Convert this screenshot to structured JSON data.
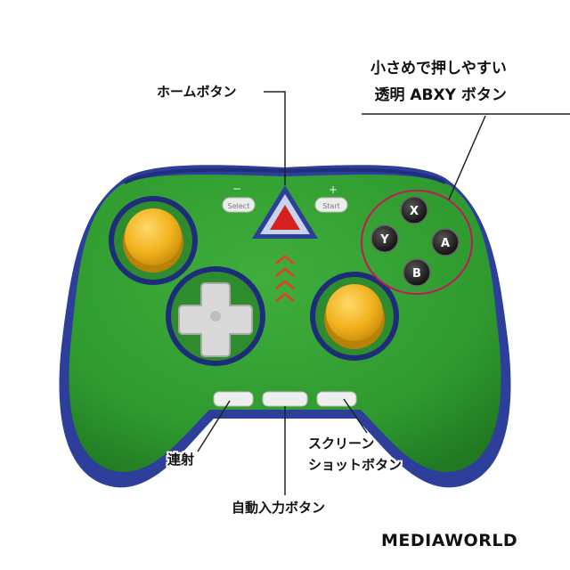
{
  "labels": {
    "home_button": "ホームボタン",
    "abxy_line1": "小さめで押しやすい",
    "abxy_line2": "透明 ABXY ボタン",
    "rapid_fire": "連射",
    "screenshot_line1": "スクリーン",
    "screenshot_line2": "ショットボタン",
    "auto_input": "自動入力ボタン"
  },
  "controller": {
    "minus": "−",
    "plus": "+",
    "select_label": "Select",
    "start_label": "Start",
    "face_buttons": [
      "X",
      "Y",
      "A",
      "B"
    ],
    "body_color": "#2f9a2f",
    "thumbstick_color": "#f2b21e",
    "accent_color": "#2d3f9a",
    "highlight_circle_color": "#c2185b"
  },
  "watermark": "MEDIAWORLD"
}
